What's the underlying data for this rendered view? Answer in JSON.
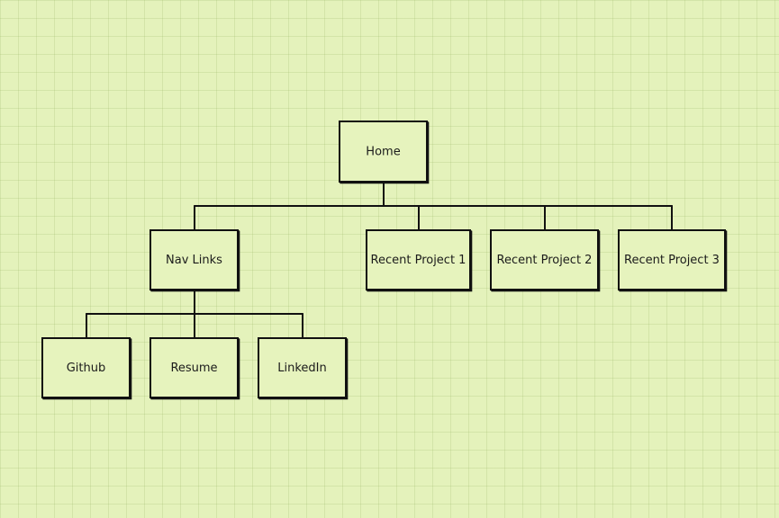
{
  "nodes": {
    "home": "Home",
    "nav_links": "Nav Links",
    "recent_project_1": "Recent Project 1",
    "recent_project_2": "Recent Project 2",
    "recent_project_3": "Recent Project 3",
    "github": "Github",
    "resume": "Resume",
    "linkedin": "LinkedIn"
  },
  "edges": [
    [
      "home",
      "nav_links"
    ],
    [
      "home",
      "recent_project_1"
    ],
    [
      "home",
      "recent_project_2"
    ],
    [
      "home",
      "recent_project_3"
    ],
    [
      "nav_links",
      "github"
    ],
    [
      "nav_links",
      "resume"
    ],
    [
      "nav_links",
      "linkedin"
    ]
  ],
  "colors": {
    "background": "#e4f2bb",
    "node_fill": "#e6f3bd",
    "stroke": "#111111"
  }
}
